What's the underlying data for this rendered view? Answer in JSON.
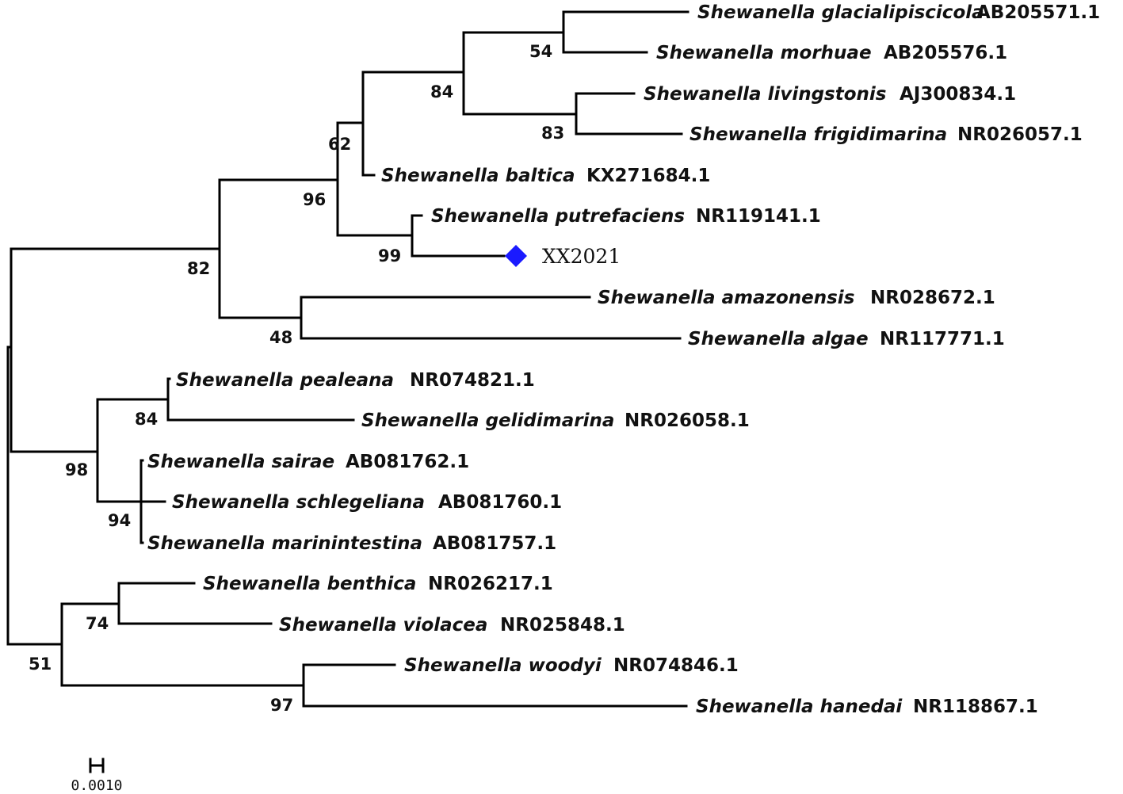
{
  "diagram": {
    "type": "phylogenetic-tree",
    "marker_color": "#1a1aff",
    "leaves": [
      {
        "id": "glacialipiscicola",
        "species": "Shewanella glacialipiscicola",
        "accession": "AB205571.1"
      },
      {
        "id": "morhuae",
        "species": "Shewanella morhuae",
        "accession": "AB205576.1"
      },
      {
        "id": "livingstonis",
        "species": "Shewanella livingstonis",
        "accession": "AJ300834.1"
      },
      {
        "id": "frigidimarina",
        "species": "Shewanella frigidimarina",
        "accession": "NR026057.1"
      },
      {
        "id": "baltica",
        "species": "Shewanella baltica",
        "accession": "KX271684.1"
      },
      {
        "id": "putrefaciens",
        "species": "Shewanella putrefaciens",
        "accession": "NR119141.1"
      },
      {
        "id": "xx2021",
        "species": "",
        "accession": "XX2021",
        "highlighted": true,
        "marker": "diamond"
      },
      {
        "id": "amazonensis",
        "species": "Shewanella amazonensis",
        "accession": "NR028672.1"
      },
      {
        "id": "algae",
        "species": "Shewanella algae",
        "accession": "NR117771.1"
      },
      {
        "id": "pealeana",
        "species": "Shewanella pealeana",
        "accession": "NR074821.1"
      },
      {
        "id": "gelidimarina",
        "species": "Shewanella gelidimarina",
        "accession": "NR026058.1"
      },
      {
        "id": "sairae",
        "species": "Shewanella sairae",
        "accession": "AB081762.1"
      },
      {
        "id": "schlegeliana",
        "species": "Shewanella schlegeliana",
        "accession": "AB081760.1"
      },
      {
        "id": "marinintestina",
        "species": "Shewanella marinintestina",
        "accession": "AB081757.1"
      },
      {
        "id": "benthica",
        "species": "Shewanella benthica",
        "accession": "NR026217.1"
      },
      {
        "id": "violacea",
        "species": "Shewanella violacea",
        "accession": "NR025848.1"
      },
      {
        "id": "woodyi",
        "species": "Shewanella woodyi",
        "accession": "NR074846.1"
      },
      {
        "id": "hanedai",
        "species": "Shewanella hanedai",
        "accession": "NR118867.1"
      }
    ],
    "bootstrap": [
      {
        "node": "glacialipiscicola-morhuae",
        "value": "54"
      },
      {
        "node": "livingstonis-frigidimarina",
        "value": "83"
      },
      {
        "node": "four-species-clade",
        "value": "84"
      },
      {
        "node": "baltica-clade",
        "value": "62"
      },
      {
        "node": "putrefaciens-xx2021",
        "value": "99"
      },
      {
        "node": "putrefaciens-group",
        "value": "96"
      },
      {
        "node": "amazonensis-algae",
        "value": "48"
      },
      {
        "node": "upper-clade",
        "value": "82"
      },
      {
        "node": "pealeana-gelidimarina",
        "value": "84"
      },
      {
        "node": "sairae-trio",
        "value": "94"
      },
      {
        "node": "pealeana-sairae-clade",
        "value": "98"
      },
      {
        "node": "benthica-violacea",
        "value": "74"
      },
      {
        "node": "woodyi-hanedai",
        "value": "97"
      },
      {
        "node": "lower-clade",
        "value": "51"
      }
    ],
    "scale_bar": {
      "value": "0.0010"
    }
  }
}
